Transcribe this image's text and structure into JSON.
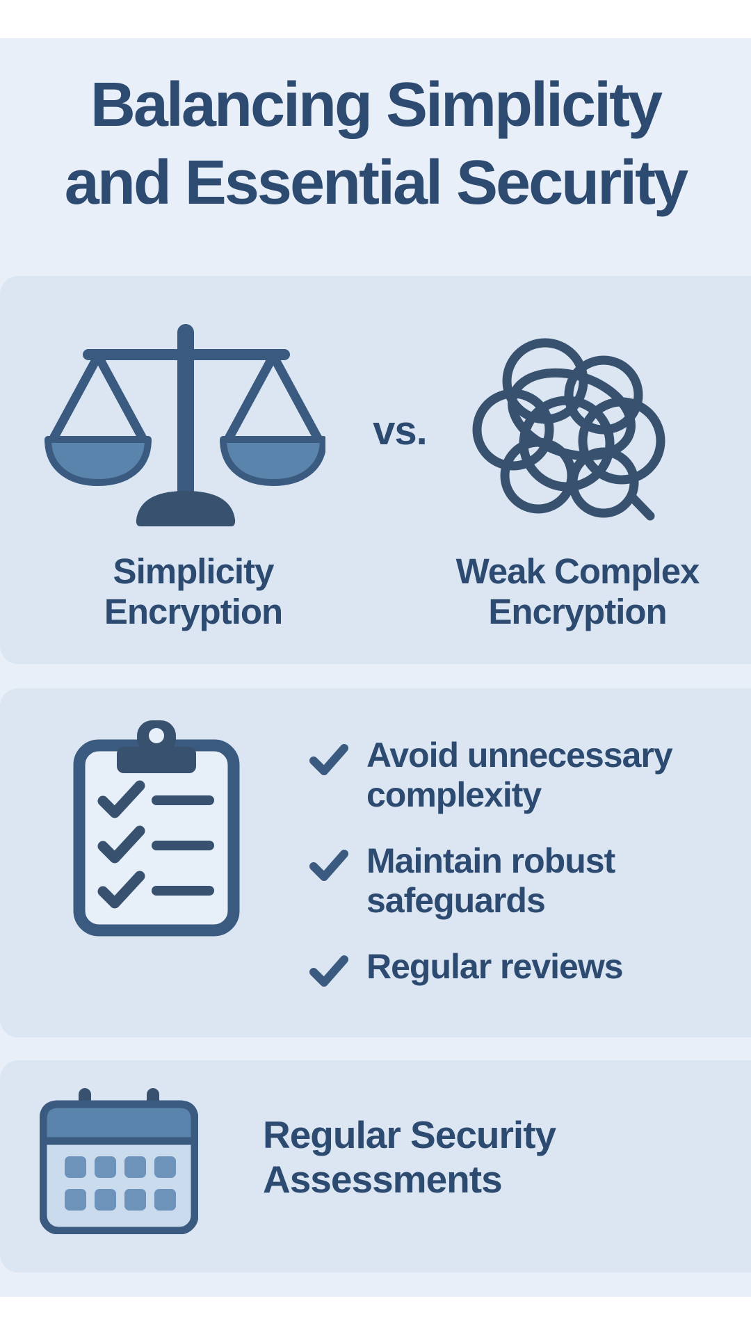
{
  "title": {
    "lines": [
      "Balancing Simplicity",
      "and Essential Security"
    ]
  },
  "comparison": {
    "vs_label": "vs.",
    "left": {
      "icon": "balance-scale-icon",
      "label": [
        "Simplicity",
        "Encryption"
      ]
    },
    "right": {
      "icon": "tangled-knot-icon",
      "label": [
        "Weak Complex",
        "Encryption"
      ]
    }
  },
  "checklist": {
    "icon": "clipboard-checklist-icon",
    "bullet_icon": "checkmark-icon",
    "items": [
      {
        "text": [
          "Avoid unnecessary",
          "complexity"
        ]
      },
      {
        "text": [
          "Maintain robust",
          "safeguards"
        ]
      },
      {
        "text": [
          "Regular reviews"
        ]
      }
    ]
  },
  "footer": {
    "icon": "calendar-icon",
    "heading": [
      "Regular Security",
      "Assessments"
    ]
  },
  "colors": {
    "page_white": "#ffffff",
    "background_light": "#e9eff8",
    "card_background": "#dbe6f2",
    "text_navy": "#2d4a70",
    "icon_navy": "#3a5a7f",
    "icon_navy_dark": "#37516f",
    "blue_mid": "#5b84ad",
    "calendar_body": "#c9dbec",
    "calendar_cell": "#6e93ba"
  }
}
